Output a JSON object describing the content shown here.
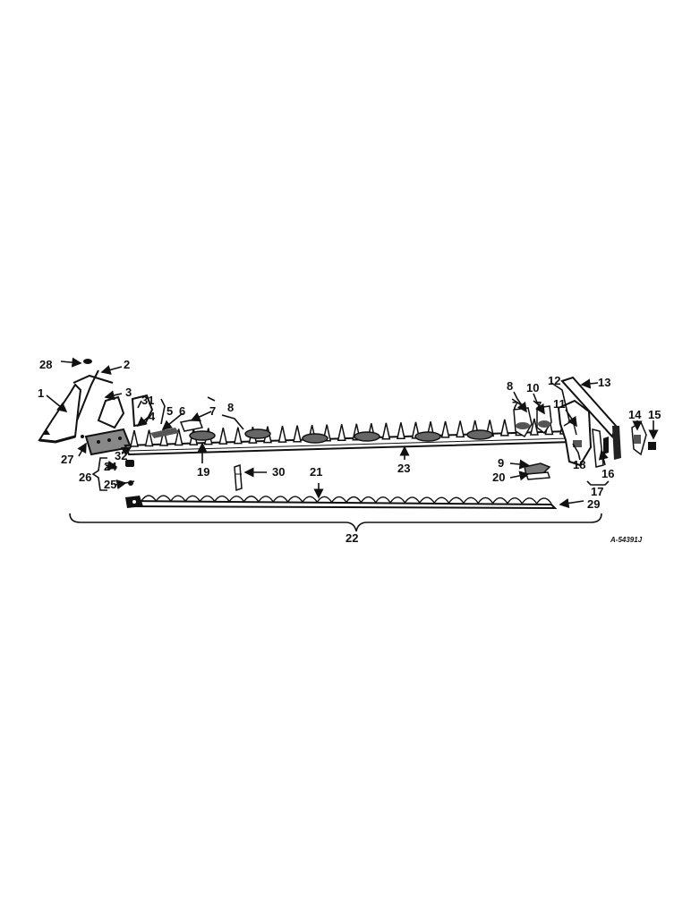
{
  "drawing_ref": "A-54391J",
  "callouts": {
    "c1": "1",
    "c2": "2",
    "c3": "3",
    "c4": "4",
    "c5": "5",
    "c6": "6",
    "c7a": "7",
    "c7b": "7",
    "c7c": "7",
    "c8a": "8",
    "c8b": "8",
    "c9": "9",
    "c10": "10",
    "c11": "11",
    "c12": "12",
    "c13": "13",
    "c14": "14",
    "c15": "15",
    "c16": "16",
    "c17": "17",
    "c18": "18",
    "c19": "19",
    "c20": "20",
    "c21": "21",
    "c22": "22",
    "c23": "23",
    "c24": "24",
    "c25": "25",
    "c26": "26",
    "c27": "27",
    "c28": "28",
    "c29": "29",
    "c30": "30",
    "c31": "31",
    "c32": "32"
  }
}
